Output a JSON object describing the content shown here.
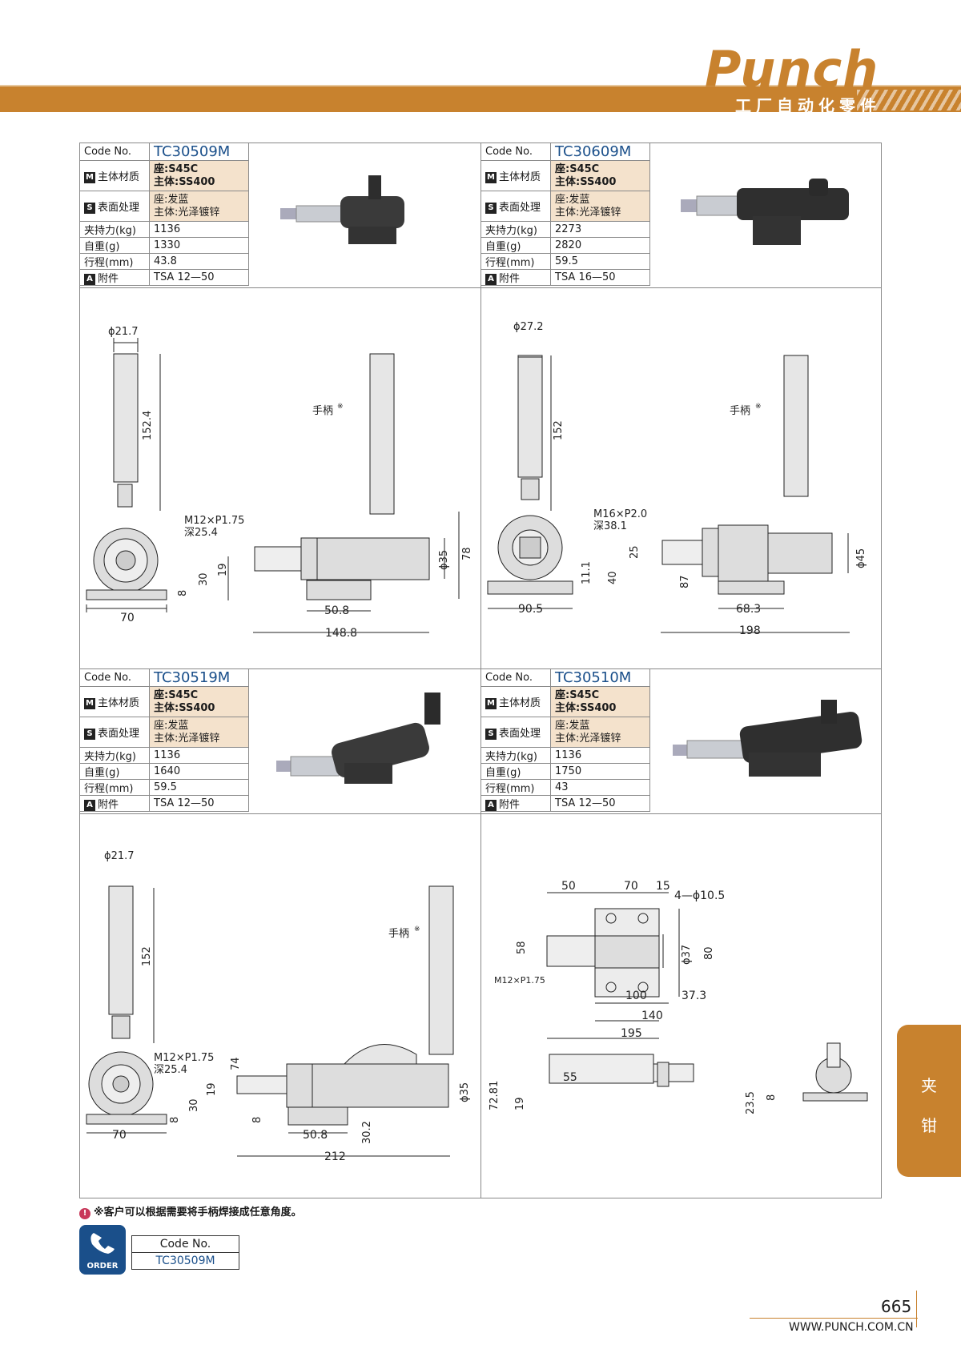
{
  "brand": {
    "logo": "Punch",
    "subtitle": "工厂自动化零件"
  },
  "labels": {
    "code": "Code No.",
    "material": "主体材质",
    "surface": "表面处理",
    "holding_force": "夹持力(kg)",
    "weight": "自重(g)",
    "stroke": "行程(mm)",
    "accessory": "附件",
    "badge_m": "M",
    "badge_s": "S",
    "badge_a": "A",
    "handle": "手柄",
    "handle_mark": "※"
  },
  "products": [
    {
      "code": "TC30509M",
      "material_1": "座:S45C",
      "material_2": "主体:SS400",
      "surface_1": "座:发蓝",
      "surface_2": "主体:光泽镀锌",
      "holding_force": "1136",
      "weight": "1330",
      "stroke": "43.8",
      "accessory": "TSA 12—50"
    },
    {
      "code": "TC30609M",
      "material_1": "座:S45C",
      "material_2": "主体:SS400",
      "surface_1": "座:发蓝",
      "surface_2": "主体:光泽镀锌",
      "holding_force": "2273",
      "weight": "2820",
      "stroke": "59.5",
      "accessory": "TSA 16—50"
    },
    {
      "code": "TC30519M",
      "material_1": "座:S45C",
      "material_2": "主体:SS400",
      "surface_1": "座:发蓝",
      "surface_2": "主体:光泽镀锌",
      "holding_force": "1136",
      "weight": "1640",
      "stroke": "59.5",
      "accessory": "TSA 12—50"
    },
    {
      "code": "TC30510M",
      "material_1": "座:S45C",
      "material_2": "主体:SS400",
      "surface_1": "座:发蓝",
      "surface_2": "主体:光泽镀锌",
      "holding_force": "1136",
      "weight": "1750",
      "stroke": "43",
      "accessory": "TSA 12—50"
    }
  ],
  "drawings": {
    "d1": {
      "dia": "ϕ21.7",
      "h": "152.4",
      "thread": "M12×P1.75",
      "depth": "深25.4",
      "d19": "19",
      "d30": "30",
      "d8": "8",
      "d70": "70",
      "d508": "50.8",
      "d1488": "148.8",
      "d35": "ϕ35",
      "d78": "78"
    },
    "d2": {
      "dia": "ϕ27.2",
      "h": "152",
      "thread": "M16×P2.0",
      "depth": "深38.1",
      "d25": "25",
      "d111": "11.1",
      "d40": "40",
      "d87": "87",
      "d905": "90.5",
      "d683": "68.3",
      "d198": "198",
      "d45": "ϕ45"
    },
    "d3": {
      "dia": "ϕ21.7",
      "h": "152",
      "thread": "M12×P1.75",
      "depth": "深25.4",
      "d74": "74",
      "d19": "19",
      "d30": "30",
      "d8a": "8",
      "d8b": "8",
      "d70": "70",
      "d508": "50.8",
      "d302": "30.2",
      "d212": "212",
      "d35": "ϕ35"
    },
    "d4": {
      "d50": "50",
      "d70": "70",
      "d15": "15",
      "holes": "4—ϕ10.5",
      "d58": "58",
      "thread": "M12×P1.75",
      "d37": "ϕ37",
      "d80": "80",
      "d100": "100",
      "d373": "37.3",
      "d140": "140",
      "d195": "195",
      "d55": "55",
      "d7281": "72.81",
      "d19": "19",
      "d235": "23.5",
      "d8": "8"
    }
  },
  "side_tab": {
    "line1": "夹",
    "line2": "钳"
  },
  "note": "※客户可以根据需要将手柄焊接成任意角度。",
  "note_icon": "!",
  "order": {
    "label": "ORDER",
    "code_header": "Code No.",
    "code": "TC30509M"
  },
  "page": {
    "number": "665",
    "website": "WWW.PUNCH.COM.CN"
  },
  "colors": {
    "brand": "#c8822e",
    "blue": "#1a4f8a",
    "material_bg": "#f4e2cc"
  }
}
